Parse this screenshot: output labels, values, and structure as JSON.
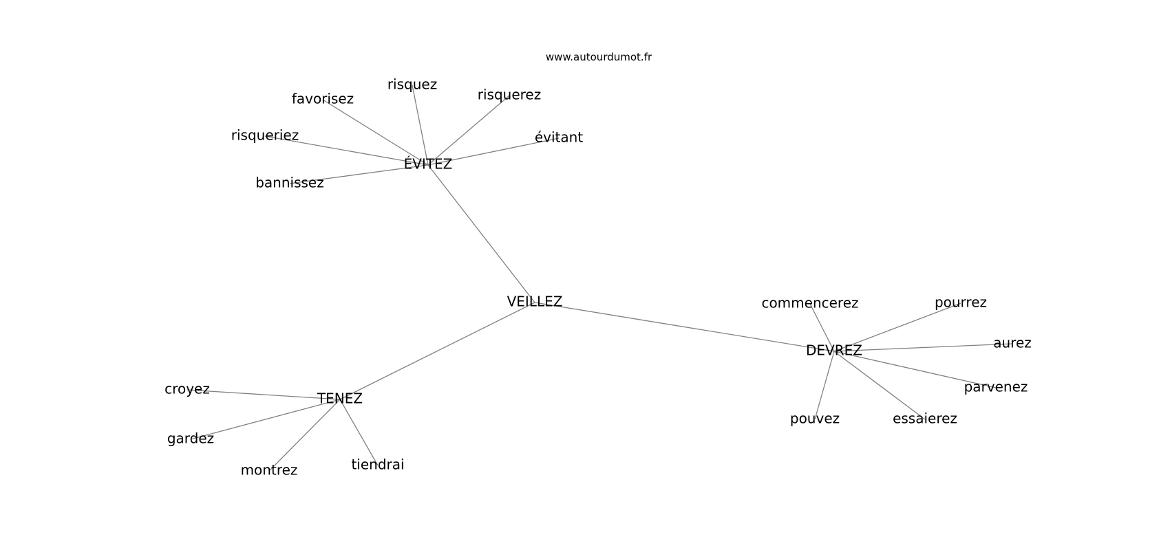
{
  "watermark": "www.autourdumot.fr",
  "center": "VEILLEZ",
  "nodes": [
    {
      "id": "veillez",
      "label": "VEILLEZ"
    },
    {
      "id": "evitez",
      "label": "ÉVITEZ"
    },
    {
      "id": "devrez",
      "label": "DEVREZ"
    },
    {
      "id": "tenez",
      "label": "TENEZ"
    },
    {
      "id": "favorisez",
      "label": "favorisez"
    },
    {
      "id": "risquez",
      "label": "risquez"
    },
    {
      "id": "risquerez",
      "label": "risquerez"
    },
    {
      "id": "risqueriez",
      "label": "risqueriez"
    },
    {
      "id": "evitant",
      "label": "évitant"
    },
    {
      "id": "bannissez",
      "label": "bannissez"
    },
    {
      "id": "commencerez",
      "label": "commencerez"
    },
    {
      "id": "pourrez",
      "label": "pourrez"
    },
    {
      "id": "aurez",
      "label": "aurez"
    },
    {
      "id": "parvenez",
      "label": "parvenez"
    },
    {
      "id": "pouvez",
      "label": "pouvez"
    },
    {
      "id": "essaierez",
      "label": "essaierez"
    },
    {
      "id": "croyez",
      "label": "croyez"
    },
    {
      "id": "gardez",
      "label": "gardez"
    },
    {
      "id": "montrez",
      "label": "montrez"
    },
    {
      "id": "tiendrai",
      "label": "tiendrai"
    }
  ],
  "edges": [
    [
      "veillez",
      "evitez"
    ],
    [
      "veillez",
      "devrez"
    ],
    [
      "veillez",
      "tenez"
    ],
    [
      "evitez",
      "favorisez"
    ],
    [
      "evitez",
      "risquez"
    ],
    [
      "evitez",
      "risquerez"
    ],
    [
      "evitez",
      "risqueriez"
    ],
    [
      "evitez",
      "evitant"
    ],
    [
      "evitez",
      "bannissez"
    ],
    [
      "devrez",
      "commencerez"
    ],
    [
      "devrez",
      "pourrez"
    ],
    [
      "devrez",
      "aurez"
    ],
    [
      "devrez",
      "parvenez"
    ],
    [
      "devrez",
      "pouvez"
    ],
    [
      "devrez",
      "essaierez"
    ],
    [
      "tenez",
      "croyez"
    ],
    [
      "tenez",
      "gardez"
    ],
    [
      "tenez",
      "montrez"
    ],
    [
      "tenez",
      "tiendrai"
    ]
  ],
  "colors": {
    "edge": "#808080",
    "text": "#000000",
    "background": "#ffffff"
  }
}
